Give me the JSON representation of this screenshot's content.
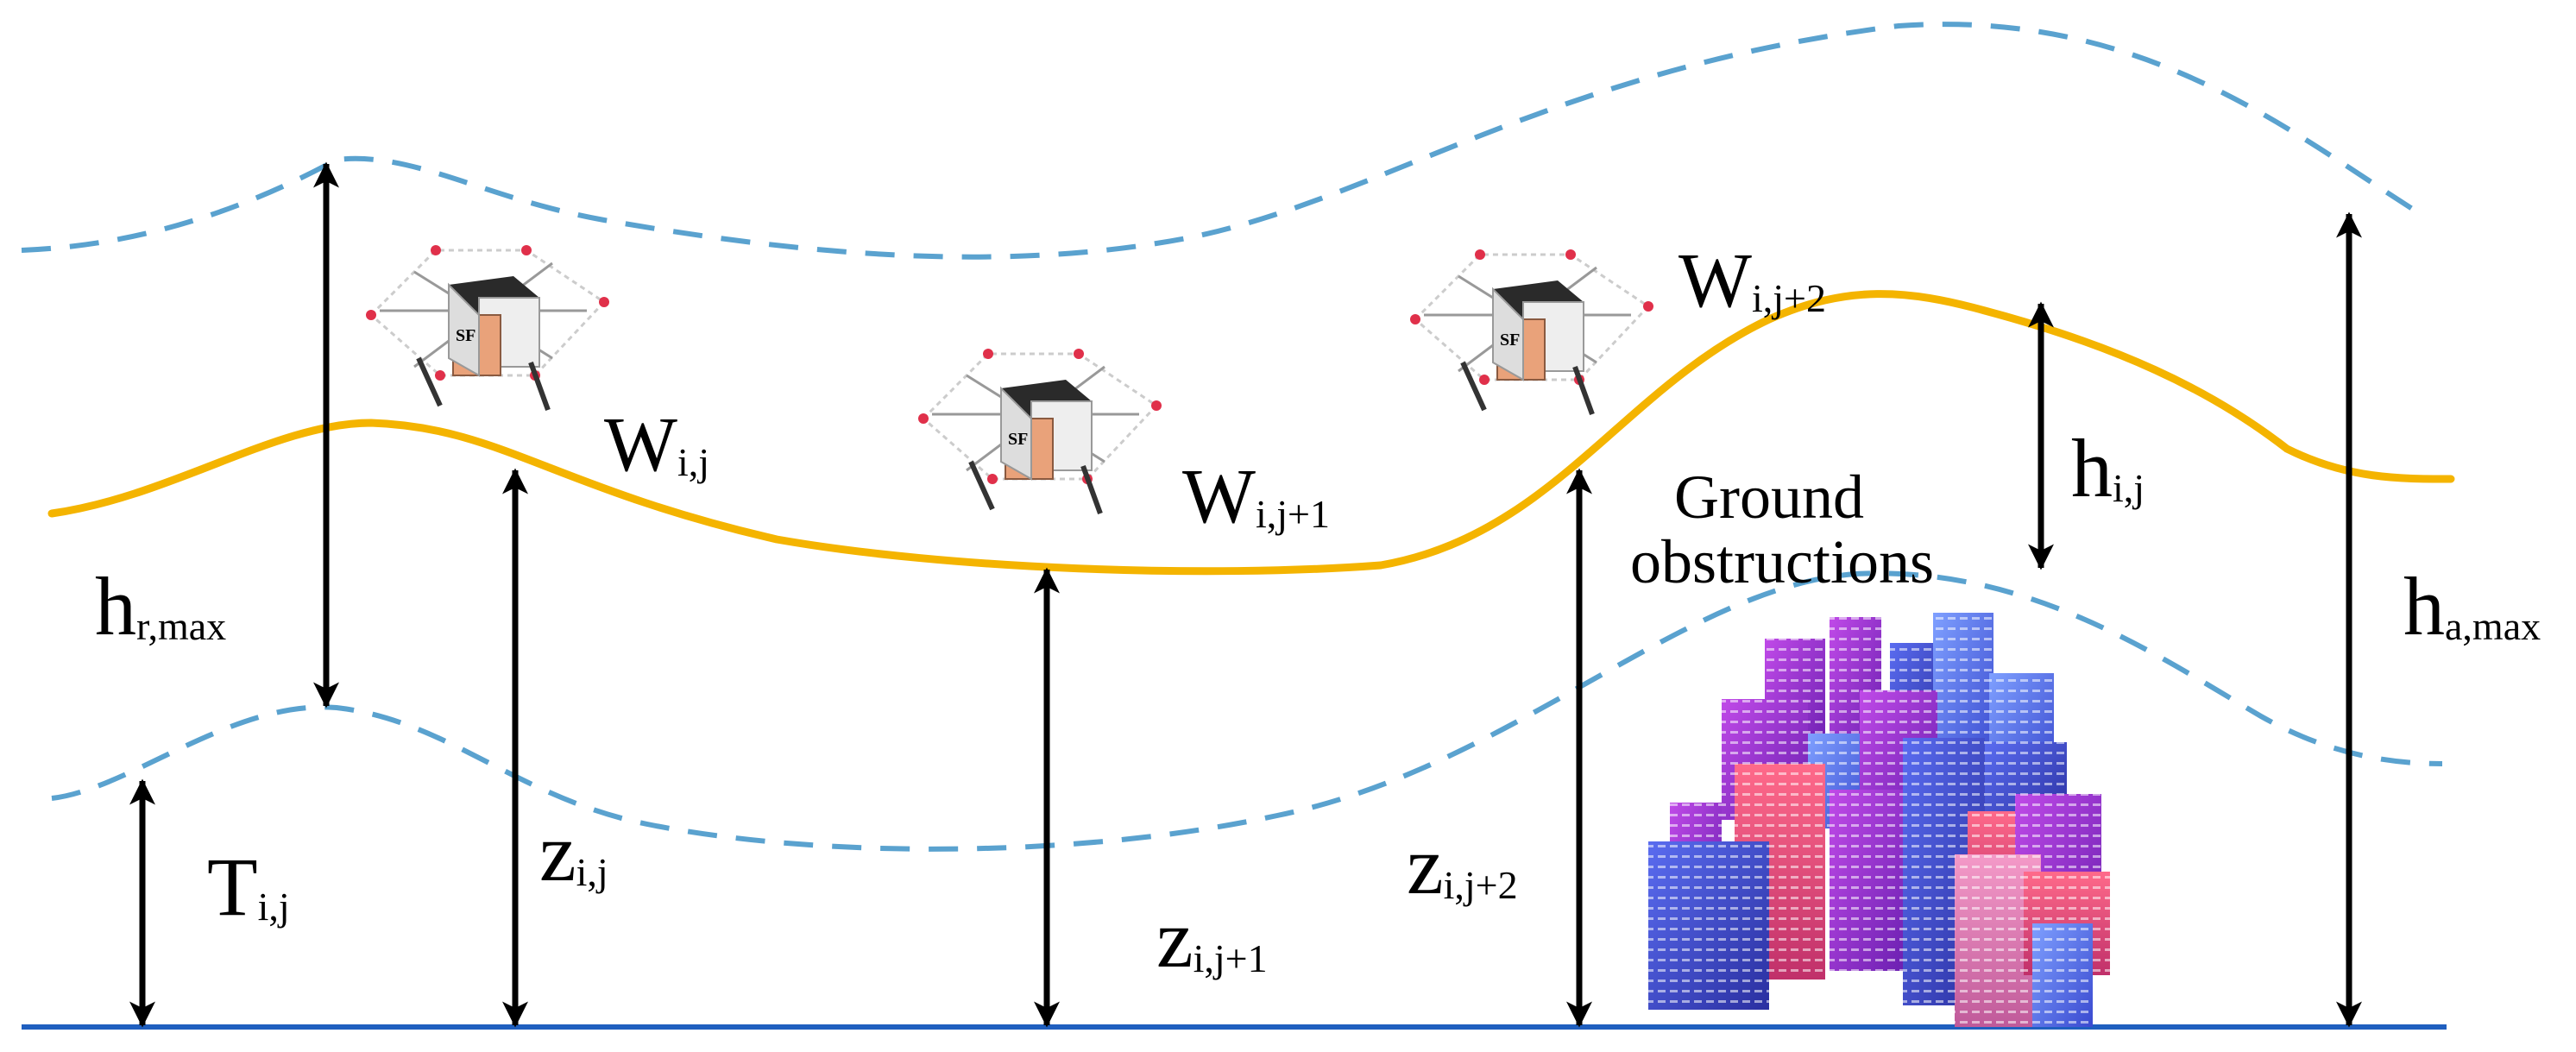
{
  "colors": {
    "ground": "#1f5fbf",
    "trajectory": "#f4b400",
    "envelope_dashed": "#5aa2cf",
    "arrow": "#000000",
    "drone_body": "#eeeeee",
    "drone_dark": "#2a2a2a",
    "drone_box": "#e9a27a",
    "rotor_tip": "#e0304a"
  },
  "labels": {
    "h_r_max": {
      "main": "h",
      "sub": "r,max"
    },
    "h_a_max": {
      "main": "h",
      "sub": "a,max"
    },
    "h_i_j": {
      "main": "h",
      "sub": "i,j"
    },
    "T_i_j": {
      "main": "T",
      "sub": "i,j"
    },
    "z_i_j": {
      "main": "z",
      "sub": "i,j"
    },
    "z_i_j1": {
      "main": "z",
      "sub": "i,j+1"
    },
    "z_i_j2": {
      "main": "z",
      "sub": "i,j+2"
    },
    "W_i_j": {
      "main": "W",
      "sub": "i,j"
    },
    "W_i_j1": {
      "main": "W",
      "sub": "i,j+1"
    },
    "W_i_j2": {
      "main": "W",
      "sub": "i,j+2"
    },
    "ground_obstructions_line1": "Ground",
    "ground_obstructions_line2": "obstructions"
  },
  "drones": [
    {
      "id": "drone-w-i-j",
      "box_label": "SF"
    },
    {
      "id": "drone-w-i-j1",
      "box_label": "SF"
    },
    {
      "id": "drone-w-i-j2",
      "box_label": "SF"
    }
  ],
  "icons": {
    "drone": "delivery-drone-icon",
    "city": "city-buildings-icon"
  }
}
